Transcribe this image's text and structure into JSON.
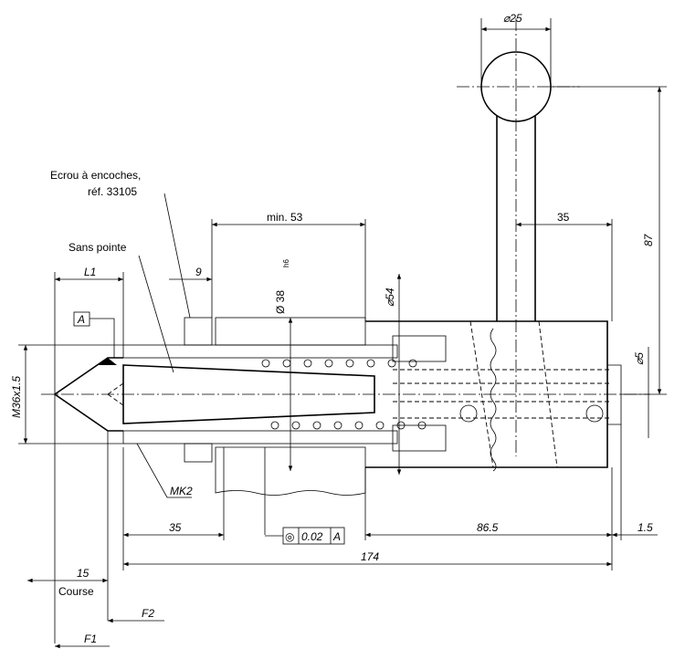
{
  "labels": {
    "nut_line1": "Ecrou à encoches,",
    "nut_line2": "réf. 33105",
    "no_point": "Sans pointe",
    "taper": "MK2",
    "stroke": "Course",
    "datum": "A",
    "force1": "F1",
    "force2": "F2"
  },
  "dims": {
    "ball_dia": "⌀25",
    "handle_height": "87",
    "handle_offset": "35",
    "min_length": "min. 53",
    "l1": "L1",
    "nut_width": "9",
    "shaft_dia": "Ø 38",
    "shaft_tol": "h6",
    "body_dia": "⌀54",
    "pin_dia": "⌀5",
    "thread": "M36x1.5",
    "front_length": "35",
    "rear_length": "86.5",
    "end_gap": "1.5",
    "total_length": "174",
    "stroke_length": "15"
  },
  "tolerance_frame": {
    "symbol": "◎",
    "value": "0.02",
    "datum": "A"
  }
}
